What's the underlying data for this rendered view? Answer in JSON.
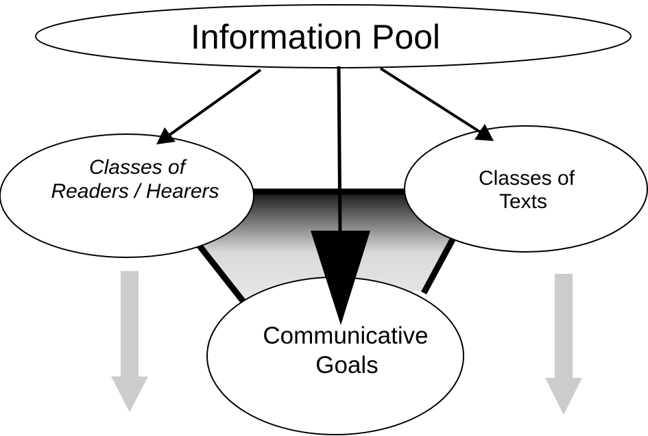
{
  "diagram": {
    "information_pool": {
      "label": "Information Pool"
    },
    "readers_hearers": {
      "line1": "Classes of",
      "line2": "Readers / Hearers"
    },
    "texts": {
      "line1": "Classes of",
      "line2": "Texts"
    },
    "communicative_goals": {
      "line1": "Communicative",
      "line2": "Goals"
    }
  },
  "colors": {
    "stroke": "#000000",
    "node_fill": "#ffffff",
    "gray_arrow": "#cccccc",
    "funnel_dark": "#1a1a1a",
    "funnel_light": "#e6e6e6"
  }
}
